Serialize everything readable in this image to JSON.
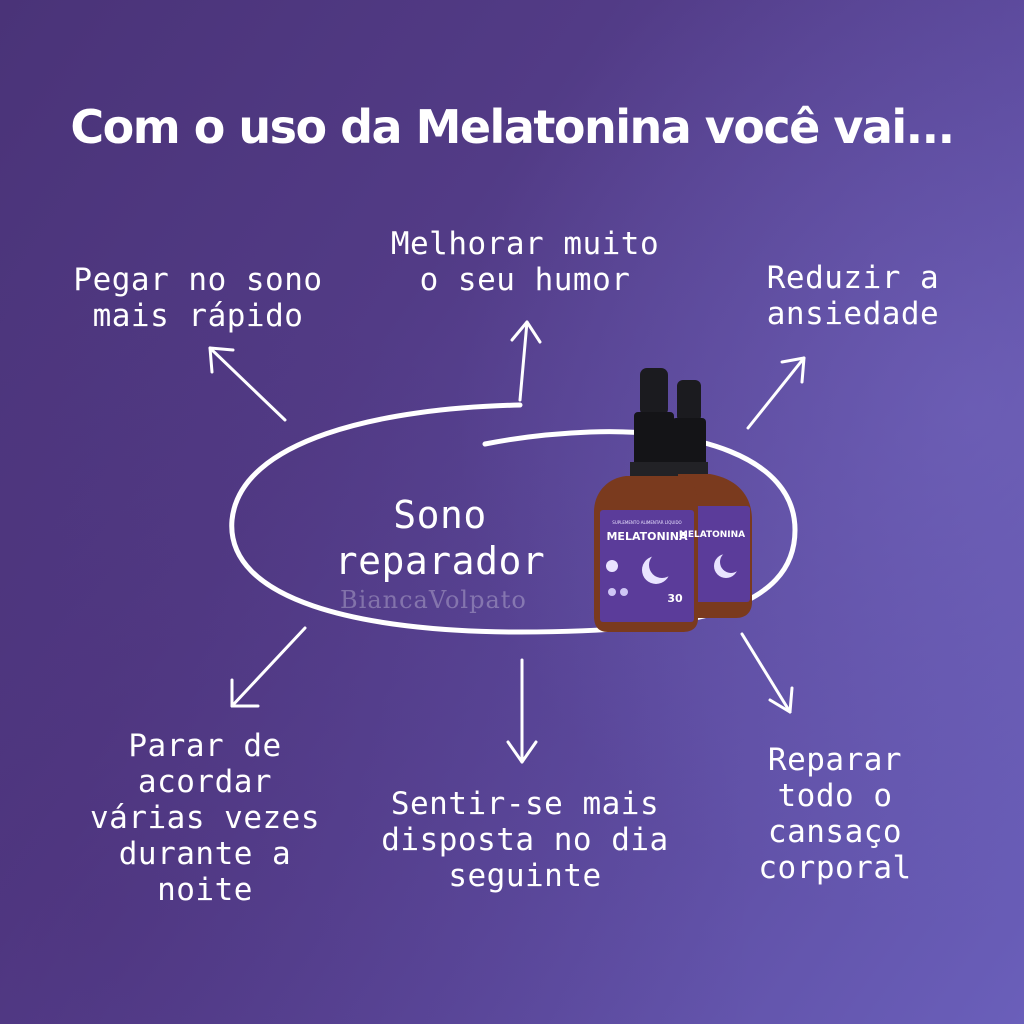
{
  "title": "Com o uso da Melatonina você vai...",
  "center": "Sono\nreparador",
  "benefits": {
    "top_left": "Pegar no sono\nmais rápido",
    "top_center": "Melhorar muito\no seu humor",
    "top_right": "Reduzir a\nansiedade",
    "bottom_left": "Parar de\nacordar\nvárias vezes\ndurante a\nnoite",
    "bottom_center": "Sentir-se mais\ndisposta no dia\nseguinte",
    "bottom_right": "Reparar\ntodo o\ncansaço\ncorporal"
  },
  "product": {
    "brand_line": "SUPLEMENTO ALIMENTAR LÍQUIDO",
    "name": "MELATONINA",
    "volume": "30"
  },
  "watermark": "BiancaVolpato",
  "colors": {
    "background_start": "#4a3378",
    "background_end": "#6a5fba",
    "text": "#ffffff",
    "bottle_glass": "#7a3a1e",
    "label_purple": "#5b3c9a"
  }
}
